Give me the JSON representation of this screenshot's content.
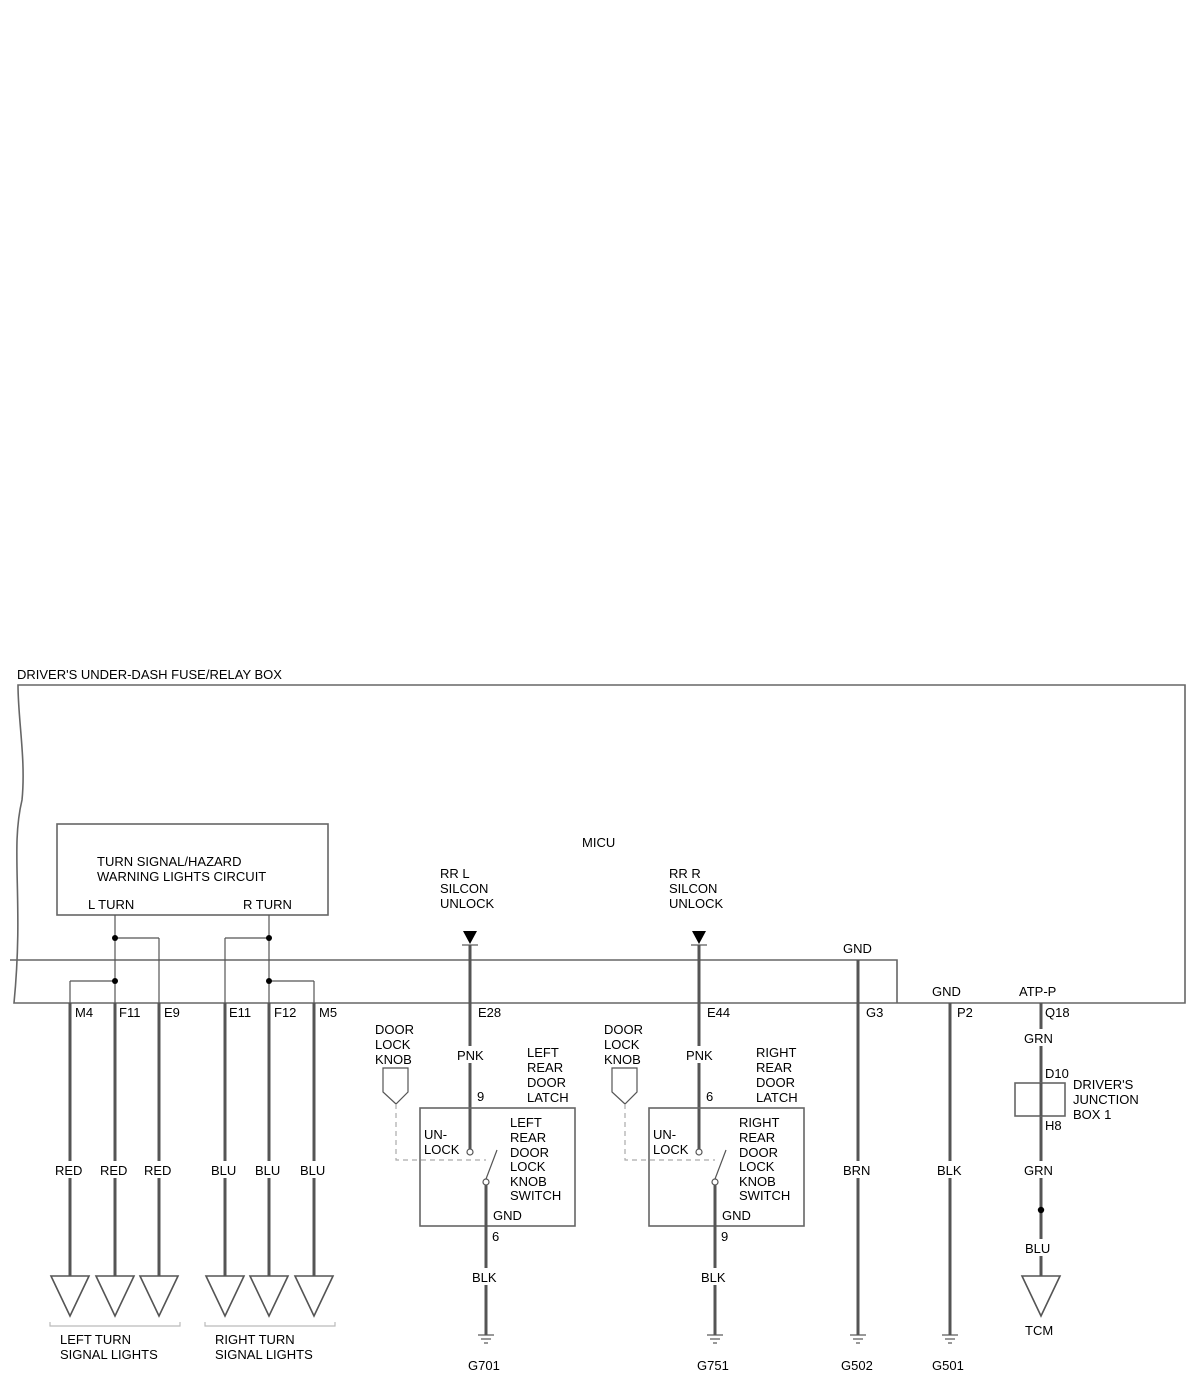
{
  "title": "DRIVER'S UNDER-DASH FUSE/RELAY BOX",
  "micu": "MICU",
  "circuit": {
    "line1": "TURN SIGNAL/HAZARD",
    "line2": "WARNING LIGHTS CIRCUIT",
    "l_turn": "L TURN",
    "r_turn": "R TURN"
  },
  "pins": {
    "m4": "M4",
    "f11": "F11",
    "e9": "E9",
    "e11": "E11",
    "f12": "F12",
    "m5": "M5",
    "e28": "E28",
    "e44": "E44",
    "g3": "G3",
    "p2": "P2",
    "q18": "Q18"
  },
  "wire_colors": {
    "red": "RED",
    "blu": "BLU",
    "pnk": "PNK",
    "blk": "BLK",
    "brn": "BRN",
    "grn": "GRN"
  },
  "rrl": {
    "line1": "RR L",
    "line2": "SILCON",
    "line3": "UNLOCK"
  },
  "rrr": {
    "line1": "RR R",
    "line2": "SILCON",
    "line3": "UNLOCK"
  },
  "gnd": "GND",
  "atp": "ATP-P",
  "left_latch": {
    "knob": [
      "DOOR",
      "LOCK",
      "KNOB"
    ],
    "latch": [
      "LEFT",
      "REAR",
      "DOOR",
      "LATCH"
    ],
    "pin_top": "9",
    "pin_bottom": "6",
    "unlock": [
      "UN-",
      "LOCK"
    ],
    "switch": [
      "LEFT",
      "REAR",
      "DOOR",
      "LOCK",
      "KNOB",
      "SWITCH"
    ],
    "gnd": "GND",
    "ground": "G701"
  },
  "right_latch": {
    "knob": [
      "DOOR",
      "LOCK",
      "KNOB"
    ],
    "latch": [
      "RIGHT",
      "REAR",
      "DOOR",
      "LATCH"
    ],
    "pin_top": "6",
    "pin_bottom": "9",
    "unlock": [
      "UN-",
      "LOCK"
    ],
    "switch": [
      "RIGHT",
      "REAR",
      "DOOR",
      "LOCK",
      "KNOB",
      "SWITCH"
    ],
    "gnd": "GND",
    "ground": "G751"
  },
  "junction": {
    "d10": "D10",
    "h8": "H8",
    "label": [
      "DRIVER'S",
      "JUNCTION",
      "BOX 1"
    ]
  },
  "grounds": {
    "g502": "G502",
    "g501": "G501"
  },
  "tcm": "TCM",
  "left_lights": [
    "LEFT TURN",
    "SIGNAL LIGHTS"
  ],
  "right_lights": [
    "RIGHT TURN",
    "SIGNAL LIGHTS"
  ]
}
